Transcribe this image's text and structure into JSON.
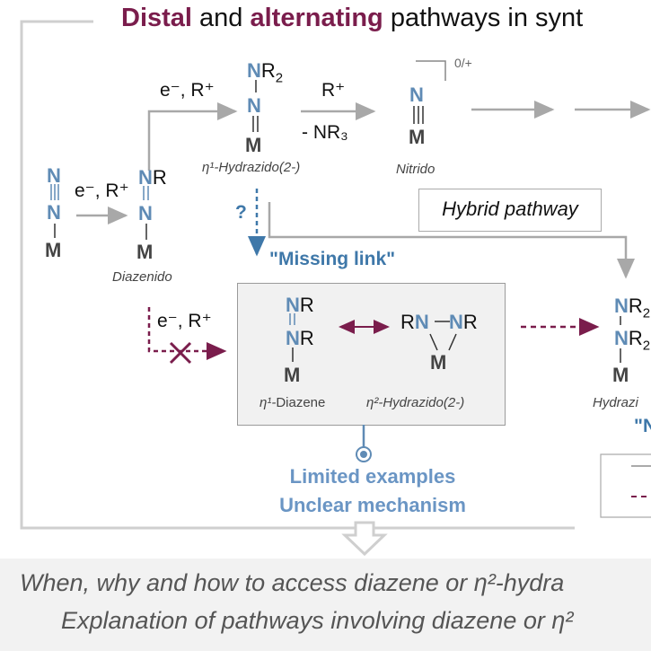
{
  "title": {
    "distal": "Distal",
    "and": "and",
    "alternating": "alternating",
    "rest": "pathways in synt"
  },
  "reagents": {
    "electron_r": "e⁻, R⁺",
    "r_plus": "R⁺",
    "minus_nr3": "- NR₃",
    "charge": "0/+",
    "question": "?"
  },
  "species": {
    "dinitrogen": "",
    "diazenido": "Diazenido",
    "hydrazido_eta1_prefix": "η¹-",
    "hydrazido_eta1_name": "Hydrazido(2-)",
    "nitrido": "Nitrido",
    "diazene_prefix": "η¹-",
    "diazene_name": "Diazene",
    "hydrazido_eta2_prefix": "η²-",
    "hydrazido_eta2_name": "Hydrazido(2-)",
    "hydrazine_cut": "Hydrazi"
  },
  "labels": {
    "hybrid": "Hybrid pathway",
    "missing_link": "\"Missing link\"",
    "limited": "Limited examples",
    "unclear": "Unclear mechanism",
    "partial_quote": "\"N"
  },
  "bottom": {
    "line1": "When, why and how to access diazene or η²-hydra",
    "line2": "Explanation of pathways involving diazene or η²"
  },
  "colors": {
    "accent_purple": "#7a1d4c",
    "accent_blue": "#5f8bb5",
    "grey_arrow": "#a8a8a8"
  }
}
